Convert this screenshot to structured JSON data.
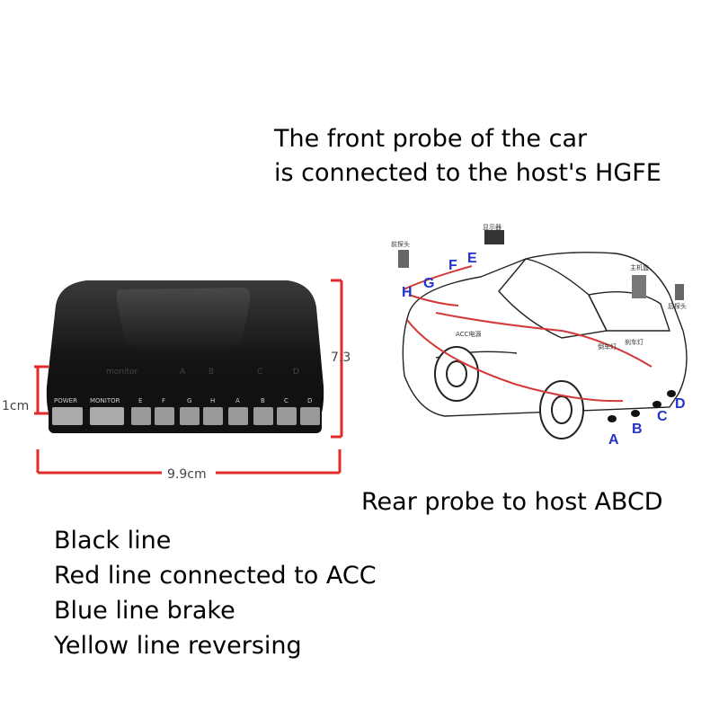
{
  "front_caption": {
    "line1": "The front probe of the car",
    "line2": "is connected to the host's HGFE"
  },
  "rear_caption": "Rear probe to host ABCD",
  "wire_notes": [
    "Black line",
    "Red line connected to ACC",
    "Blue line brake",
    "Yellow line reversing"
  ],
  "dimensions": {
    "height": "7.3",
    "port_height": "1cm",
    "width": "9.9cm"
  },
  "host_ports": [
    "POWER",
    "MONITOR",
    "E",
    "F",
    "G",
    "H",
    "A",
    "B",
    "C",
    "D"
  ],
  "host_top_labels": [
    "monitor",
    "A",
    "B",
    "C",
    "D"
  ],
  "car_diagram": {
    "front_letters": [
      "H",
      "G",
      "F",
      "E"
    ],
    "rear_letters": [
      "A",
      "B",
      "C",
      "D"
    ],
    "chinese_labels": {
      "display": "显示器",
      "front_probe": "前探头",
      "host_box": "主机盒",
      "rear_probe": "后探头",
      "acc_power": "ACC电源",
      "reverse_light": "倒车灯",
      "brake_light": "刹车灯"
    }
  },
  "colors": {
    "dimension_lines": "#e12b2b",
    "probe_letters": "#2233cc",
    "wiring": "#d23a3a"
  }
}
